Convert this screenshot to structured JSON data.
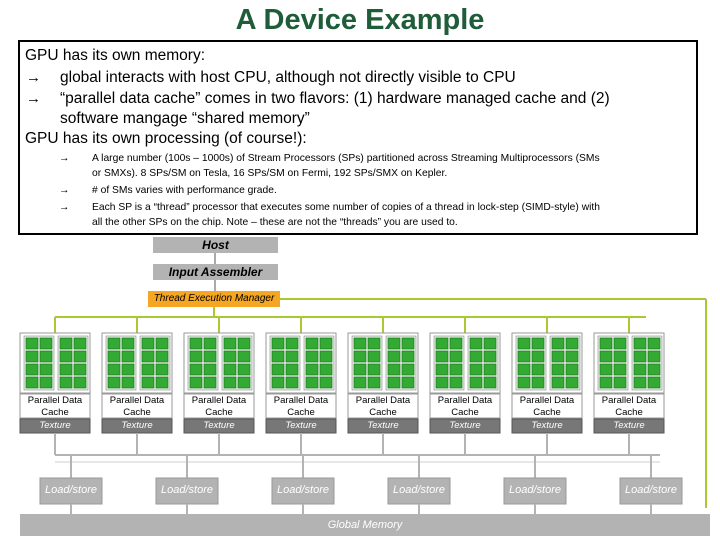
{
  "title": "A Device Example",
  "text": {
    "line1": "GPU has its own memory:",
    "arrow_glyph": "→",
    "bullet1": "global interacts with host CPU, although not directly visible to CPU",
    "bullet2a": "“parallel data cache” comes in two flavors:  (1) hardware managed cache and (2)",
    "bullet2b": "software mangage “shared memory”",
    "line2_bold": "GPU has its own processing",
    "line2_rest": " (of course!):",
    "sub1a": "A large number (100s – 1000s) of Stream Processors (SPs) partitioned across Streaming Multiprocessors (SMs",
    "sub1b": "or SMXs).  8 SPs/SM on Tesla, 16 SPs/SM on Fermi, 192 SPs/SMX on Kepler.",
    "sub2": "# of SMs varies with performance grade.",
    "sub3a": "Each SP is a “thread” processor that executes some number of copies of a thread in lock-step (SIMD-style) with",
    "sub3b": "all the other SPs on the chip.  Note – these are not the “threads” you are used to."
  },
  "diagram": {
    "host": "Host",
    "input_assembler": "Input Assembler",
    "thread_manager": "Thread Execution Manager",
    "pdc_line1": "Parallel Data",
    "pdc_line2": "Cache",
    "texture": "Texture",
    "load_store": "Load/store",
    "global_memory": "Global Memory",
    "sm_count": 8,
    "load_store_count": 6
  },
  "colors": {
    "title": "#1f5c3a",
    "sp_green": "#33aa33",
    "bar_grey": "#b3b3b3",
    "thread_mgr": "#f5a623",
    "link_green": "#a9c832"
  }
}
